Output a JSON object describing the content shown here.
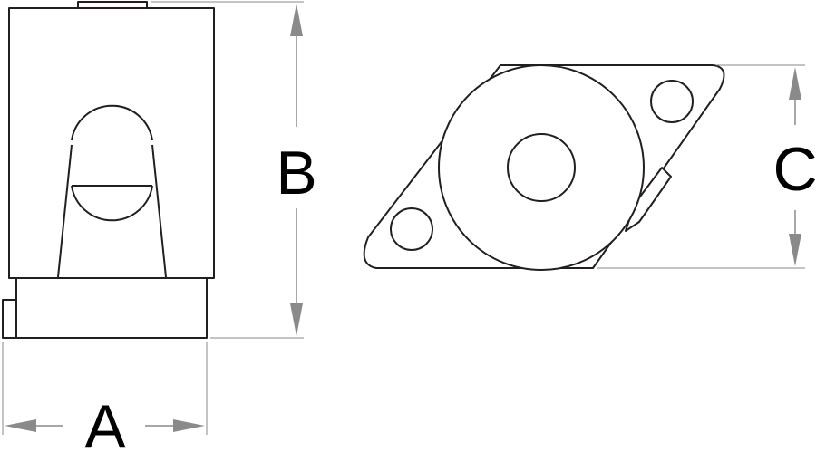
{
  "dimensions": {
    "width_label": "A",
    "height_label": "B",
    "depth_label": "C"
  },
  "colors": {
    "outline": "#231f20",
    "dimension_line": "#8a8a8a",
    "label": "#000000"
  }
}
